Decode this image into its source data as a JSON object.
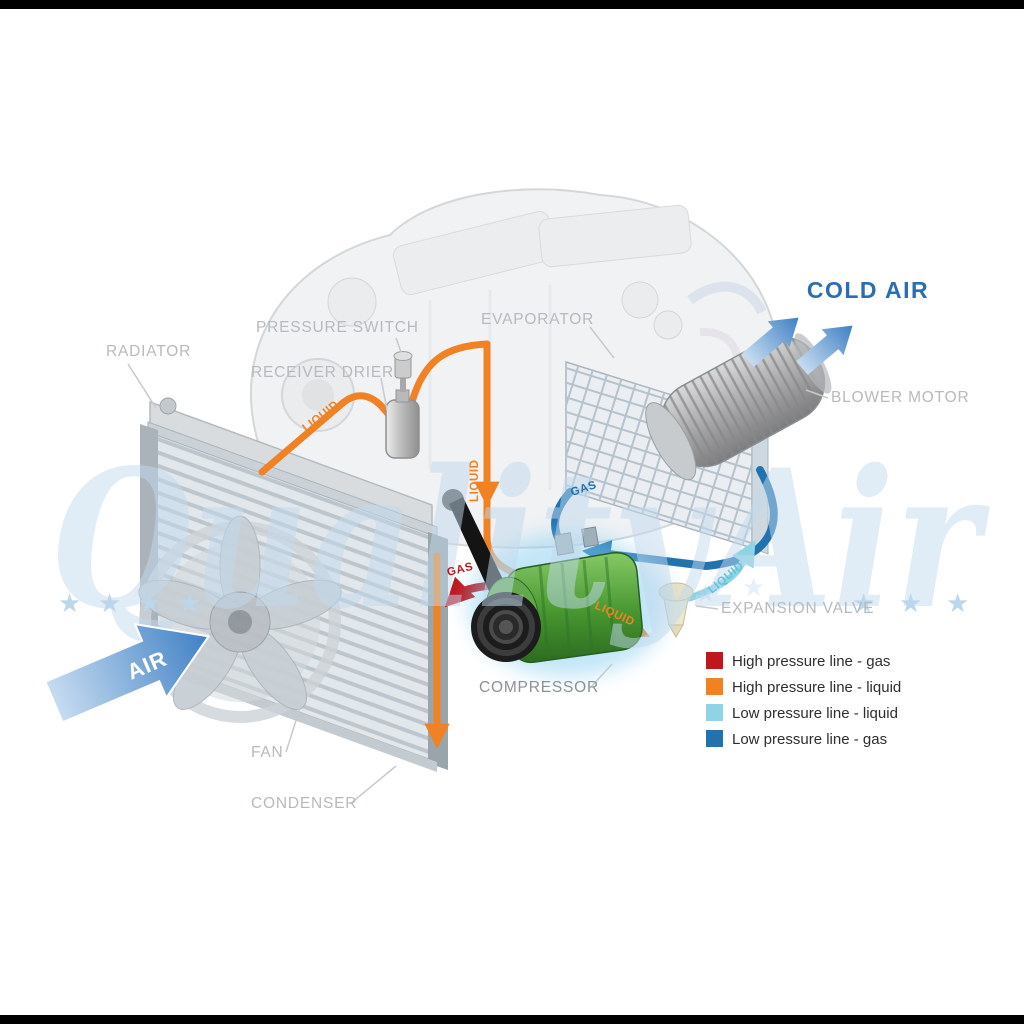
{
  "watermark": {
    "text": "QualityAir",
    "star": "★"
  },
  "component_labels": {
    "radiator": "RADIATOR",
    "pressure_switch": "PRESSURE SWITCH",
    "receiver_drier": "RECEIVER DRIER",
    "evaporator": "EVAPORATOR",
    "blower_motor": "BLOWER MOTOR",
    "expansion_valve": "EXPANSION VALVE",
    "compressor": "COMPRESSOR",
    "fan": "FAN",
    "condenser": "CONDENSER"
  },
  "flow_labels": {
    "liquid": "LIQUID",
    "gas": "GAS"
  },
  "airflow": {
    "cold_air": "COLD AIR",
    "air": "AIR"
  },
  "legend": {
    "items": [
      {
        "label": "High pressure line - gas",
        "color": "#c0161d"
      },
      {
        "label": "High pressure line - liquid",
        "color": "#f08223"
      },
      {
        "label": "Low pressure line - liquid",
        "color": "#8ed4e4"
      },
      {
        "label": "Low pressure line -  gas",
        "color": "#2272b0"
      }
    ]
  }
}
